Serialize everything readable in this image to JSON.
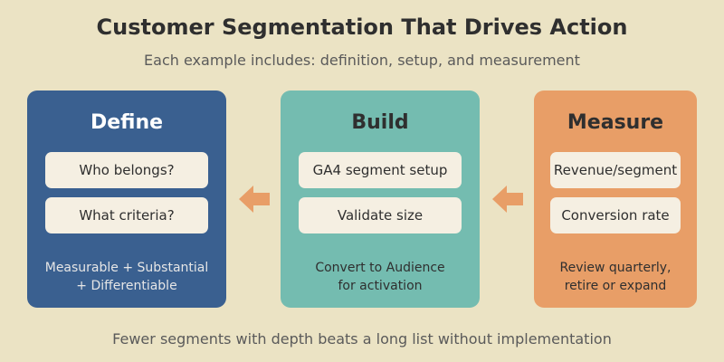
{
  "header": {
    "title": "Customer Segmentation That Drives Action",
    "subtitle": "Each example includes: definition, setup, and measurement"
  },
  "panels": [
    {
      "title": "Define",
      "items": [
        "Who belongs?",
        "What criteria?"
      ],
      "note_lines": [
        "Measurable + Substantial",
        "+ Differentiable"
      ]
    },
    {
      "title": "Build",
      "items": [
        "GA4 segment setup",
        "Validate size"
      ],
      "note_lines": [
        "Convert to Audience",
        "for activation"
      ]
    },
    {
      "title": "Measure",
      "items": [
        "Revenue/segment",
        "Conversion rate"
      ],
      "note_lines": [
        "Review quarterly,",
        "retire or expand"
      ]
    }
  ],
  "footer": {
    "text": "Fewer segments with depth beats a long list without implementation"
  },
  "colors": {
    "background": "#ebe3c4",
    "define": "#3a6090",
    "build": "#74bcb0",
    "measure": "#e89e67",
    "item_bg": "#f5efe2",
    "arrow": "#e89e67"
  }
}
